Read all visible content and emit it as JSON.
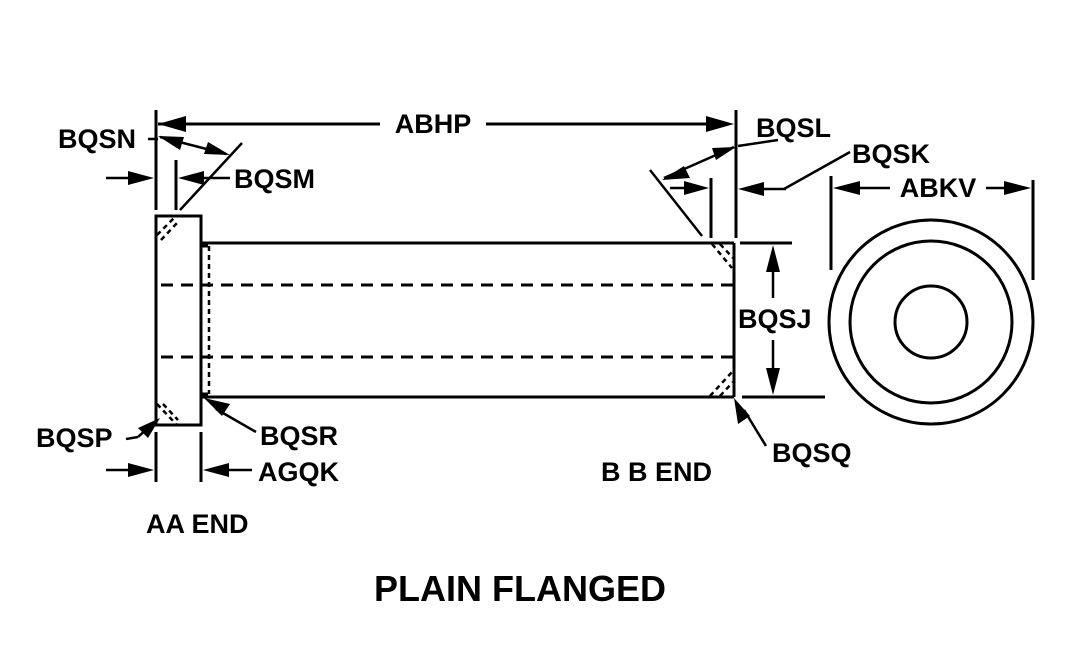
{
  "title": "PLAIN FLANGED",
  "labels": {
    "abhp": "ABHP",
    "bqsn": "BQSN",
    "bqsm": "BQSM",
    "bqsl": "BQSL",
    "bqsk": "BQSK",
    "abkv": "ABKV",
    "bqsj": "BQSJ",
    "bqsp": "BQSP",
    "bqsr": "BQSR",
    "agqk": "AGQK",
    "bqsq": "BQSQ",
    "aa_end": "AA END",
    "bb_end": "B B END"
  },
  "colors": {
    "line": "#000000",
    "background": "#ffffff"
  }
}
